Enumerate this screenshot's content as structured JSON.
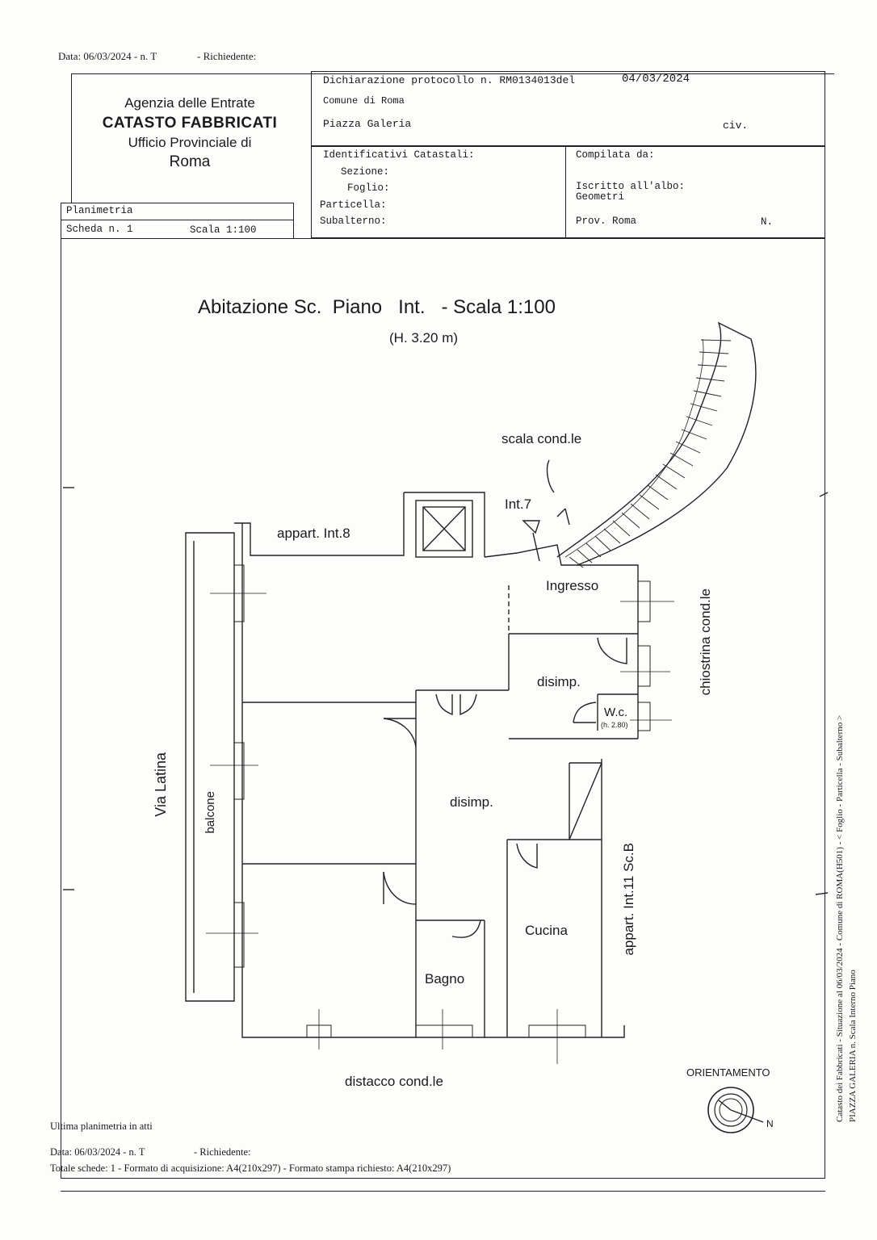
{
  "top_header": {
    "data_line_date": "Data: 06/03/2024 - n. T",
    "data_line_richiedente": "- Richiedente:"
  },
  "agency": {
    "line1": "Agenzia delle Entrate",
    "line2": "CATASTO FABBRICATI",
    "line3": "Ufficio Provinciale di",
    "line4": "Roma"
  },
  "protocol": {
    "dichiarazione": "Dichiarazione protocollo n. RM0134013del",
    "date": "04/03/2024",
    "comune": "Comune di Roma",
    "address": "Piazza Galeria",
    "civ": "civ."
  },
  "identificativi": {
    "title": "Identificativi Catastali:",
    "sezione": "Sezione:",
    "foglio": "Foglio:",
    "particella": "Particella:",
    "subalterno": "Subalterno:"
  },
  "compilata": {
    "title": "Compilata da:",
    "iscritto": "Iscritto all'albo:",
    "geometri": "Geometri",
    "prov": "Prov. Roma",
    "n": "N."
  },
  "planimetria": {
    "title": "Planimetria",
    "scheda": "Scheda n. 1",
    "scala": "Scala 1:100"
  },
  "plan": {
    "title": "Abitazione Sc.  Piano   Int.   - Scala 1:100",
    "height": "(H. 3.20 m)",
    "labels": {
      "scala_cond": "scala cond.le",
      "int7": "Int.7",
      "appart_int8": "appart. Int.8",
      "ingresso": "Ingresso",
      "chiostrina": "chiostrina cond.le",
      "disimp1": "disimp.",
      "wc": "W.c.",
      "wc_h": "(h. 2.80)",
      "disimp2": "disimp.",
      "via_latina": "Via Latina",
      "balcone": "balcone",
      "appart_int11": "appart. Int.11 Sc.B",
      "cucina": "Cucina",
      "bagno": "Bagno",
      "distacco": "distacco cond.le",
      "orientamento": "ORIENTAMENTO",
      "north": "N"
    }
  },
  "footer": {
    "ultima": "Ultima planimetria in atti",
    "data_line": "Data: 06/03/2024 - n. T",
    "richiedente": "- Richiedente:",
    "totale": "Totale schede: 1 - Formato di acquisizione: A4(210x297)  - Formato stampa richiesto: A4(210x297)"
  },
  "side_text": {
    "line1": "Catasto dei Fabbricati - Situazione al 06/03/2024 - Comune di ROMA(H501) - < Foglio   - Particella   - Subalterno  >",
    "line2": "PIAZZA GALERIA n.   Scala  Interno  Piano"
  }
}
